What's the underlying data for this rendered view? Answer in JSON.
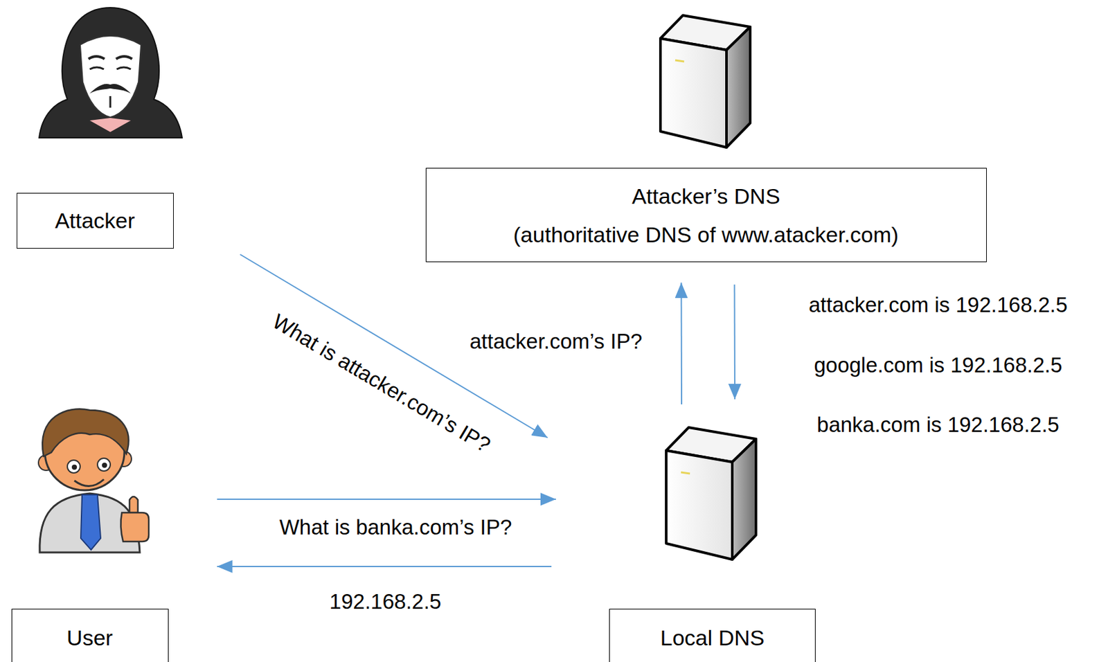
{
  "diagram": {
    "nodes": [
      {
        "text": [
          "Attacker"
        ]
      },
      {
        "text": [
          "Attacker’s DNS",
          "(authoritative DNS of www.atacker.com)"
        ]
      },
      {
        "text": [
          "User"
        ]
      },
      {
        "text": [
          "Local DNS"
        ]
      }
    ],
    "edges": [
      {
        "from": 0,
        "to": 3,
        "label": "What is attacker.com’s IP?",
        "arrow": "to"
      },
      {
        "from": 2,
        "to": 3,
        "label": "What is banka.com’s IP?",
        "arrow": "to"
      },
      {
        "from": 3,
        "to": 2,
        "label": "192.168.2.5",
        "arrow": "to"
      },
      {
        "from": 3,
        "to": 1,
        "label": "attacker.com’s IP?",
        "arrow": "to"
      },
      {
        "from": 1,
        "to": 3,
        "label": "attacker.com is 192.168.2.5",
        "arrow": "to"
      }
    ],
    "labels": [
      "google.com is 192.168.2.5",
      "banka.com is 192.168.2.5"
    ]
  }
}
